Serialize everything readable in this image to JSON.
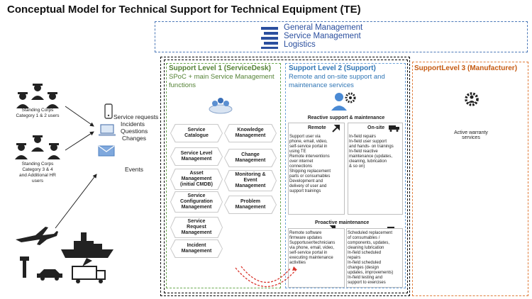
{
  "title": "Conceptual Model for Technical Support for Technical Equipment (TE)",
  "gm_lines": [
    "General Management",
    "Service Management",
    "Logistics"
  ],
  "left": {
    "group1": [
      "Standing Corps",
      "Category 1 & 2 users"
    ],
    "group2": [
      "Standing Corps",
      "Category 3 & 4",
      "and Additional HR",
      "users"
    ],
    "requests": [
      "Service requests",
      "Incidents",
      "Questions",
      "Changes"
    ],
    "events": "Events"
  },
  "level1": {
    "title": "Support Level 1 (ServiceDesk)",
    "subtitle": "SPoC + main Service Management functions",
    "left_col": [
      [
        "Service",
        "Catalogue"
      ],
      [
        "Service Level",
        "Management"
      ],
      [
        "Asset",
        "Management",
        "(initial CMDB)"
      ],
      [
        "Service",
        "Configuration",
        "Management"
      ],
      [
        "Service",
        "Request",
        "Management"
      ],
      [
        "Incident",
        "Management"
      ]
    ],
    "right_col": [
      [
        "Knowledge",
        "Management"
      ],
      [
        "Change",
        "Management"
      ],
      [
        "Monitoring &",
        "Event",
        "Management"
      ],
      [
        "Problem",
        "Management"
      ]
    ]
  },
  "level2": {
    "title": "Support Level 2 (Support)",
    "subtitle": "Remote and on-site support and maintenance services",
    "reactive_title": "Reactive support & maintenance",
    "remote_label": "Remote",
    "remote_text": [
      "Support user via",
      "phone, email, video,",
      "self-service portal in",
      "using TE",
      "Remote interventions",
      "over internet",
      "connections",
      "Shipping replacement",
      "parts or consumables",
      "Development and",
      "delivery of user and",
      "support trainings"
    ],
    "onsite_label": "On-site",
    "onsite_text": [
      "In-field repairs",
      "In-field user support",
      "and hands- on trainings",
      "In-field reactive",
      "maintenance (updates,",
      "cleaning, lubrication",
      "& so on)"
    ],
    "proactive_title": "Proactive maintenance",
    "proactive_left": [
      "Remote software",
      "firmware updates",
      "Supportuser/technicians",
      "via phone, email, video,",
      "self-service portal in",
      "executing maintenance",
      "activities"
    ],
    "proactive_right": [
      "Scheduled replacement",
      "of consumables /",
      "components, updates,",
      "cleaning lubrication",
      "In-field scheduled",
      "repairs",
      "In-field scheduled",
      "changes (design",
      "updates, improvements)",
      "In-field testing and",
      "support to exercises"
    ]
  },
  "level3": {
    "title": "SupportLevel 3 (Manufacturer)",
    "service": [
      "Active warranty",
      "services"
    ]
  },
  "colors": {
    "level1": "#548235",
    "level2": "#2f75b5",
    "level3": "#c55a11",
    "gm": "#2b4f9e"
  }
}
